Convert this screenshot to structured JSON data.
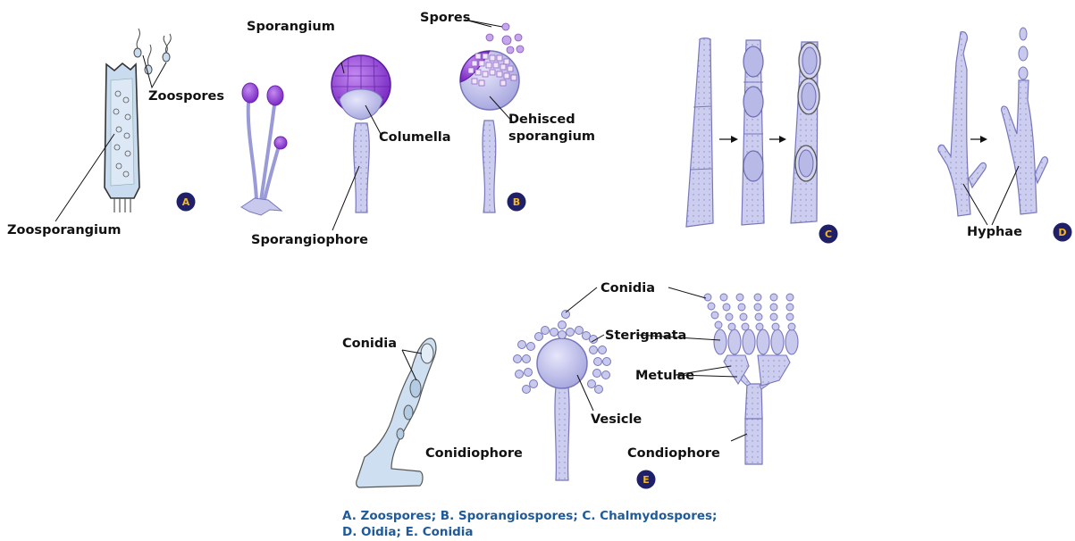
{
  "labels": {
    "zoospores": "Zoospores",
    "zoosporangium": "Zoosporangium",
    "sporangium": "Sporangium",
    "columella": "Columella",
    "sporangiophore": "Sporangiophore",
    "spores": "Spores",
    "dehisced_1": "Dehisced",
    "dehisced_2": "sporangium",
    "hyphae": "Hyphae",
    "conidia_left": "Conidia",
    "conidia_top": "Conidia",
    "sterigmata": "Sterigmata",
    "metulae": "Metulae",
    "vesicle": "Vesicle",
    "conidiophore": "Conidiophore",
    "condiophore": "Condiophore"
  },
  "badges": {
    "a": "A",
    "b": "B",
    "c": "C",
    "d": "D",
    "e": "E"
  },
  "caption": {
    "line1": "A. Zoospores; B. Sporangiospores; C. Chalmydospores;",
    "line2": "D. Oidia; E. Conidia"
  },
  "colors": {
    "cell_fill": "#c9c9ee",
    "cell_stroke": "#7777bb",
    "sporangium_purple": "#8c3fd0",
    "badge_fill": "#1f2068",
    "badge_text": "#f5b820",
    "caption": "#1f5a9a",
    "zoosporangium_fill": "#c9dbee"
  }
}
